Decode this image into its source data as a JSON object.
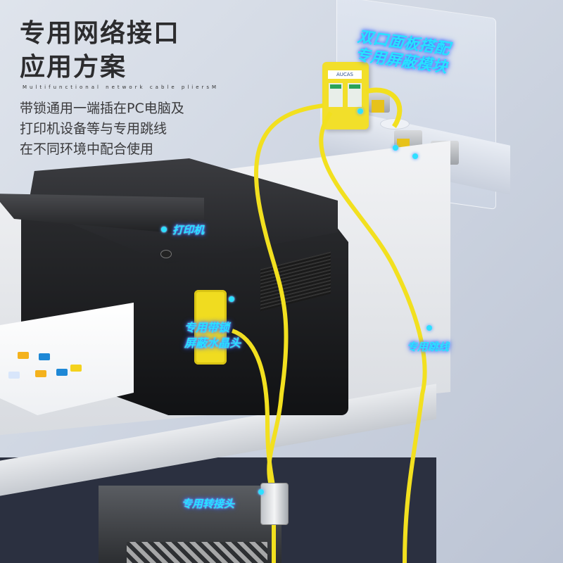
{
  "headline": {
    "line1": "专用网络接口",
    "line2": "应用方案",
    "subtitle": "Multifunctional network cable pliersM"
  },
  "description": {
    "line1": "带锁通用一端插在PC电脑及",
    "line2": "打印机设备等与专用跳线",
    "line3": "在不同环境中配合使用"
  },
  "callouts": {
    "panel_line1": "双口面板搭配",
    "panel_line2": "专用屏蔽模块",
    "printer": "打印机",
    "plug_line1": "专用带锁",
    "plug_line2": "屏蔽水晶头",
    "cable": "专用跳线",
    "coupler": "专用转接头"
  },
  "faceplate": {
    "brand": "AUCAS"
  },
  "colors": {
    "cable": "#f2e01f",
    "glow_text": "#28e2ff",
    "glow_shadow": "#3a5cff",
    "printer": "#1c1d20",
    "headline": "#2c2c2e"
  },
  "icons": [
    "printer-image",
    "faceplate-image",
    "keystone-jack-image",
    "cable-image",
    "coupler-image",
    "marker-dot-icon"
  ]
}
